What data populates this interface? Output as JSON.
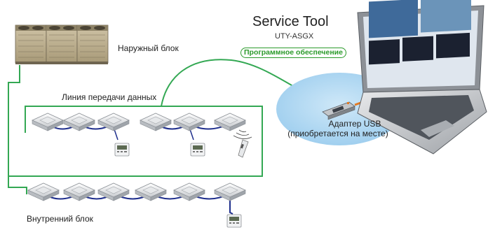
{
  "labels": {
    "outdoor_unit": "Наружный блок",
    "data_line": "Линия передачи данных",
    "indoor_unit": "Внутренний блок",
    "service_tool": "Service Tool",
    "model": "UTY-ASGX",
    "software": "Программное обеспечение",
    "adapter_line1": "Адаптер USB",
    "adapter_line2": "(приобретается на месте)"
  },
  "colors": {
    "data_line": "#33a853",
    "signal_line": "#1e2e8c",
    "bubble": "#a9d6f2",
    "software_badge": "#2a9a2a"
  },
  "icons": {
    "outdoor": "outdoor-unit-icon",
    "cassette": "cassette-indoor-unit-icon",
    "wired_remote": "wired-remote-controller-icon",
    "ir_remote": "wireless-remote-controller-icon",
    "usb_adapter": "usb-adapter-icon",
    "laptop": "laptop-icon"
  }
}
